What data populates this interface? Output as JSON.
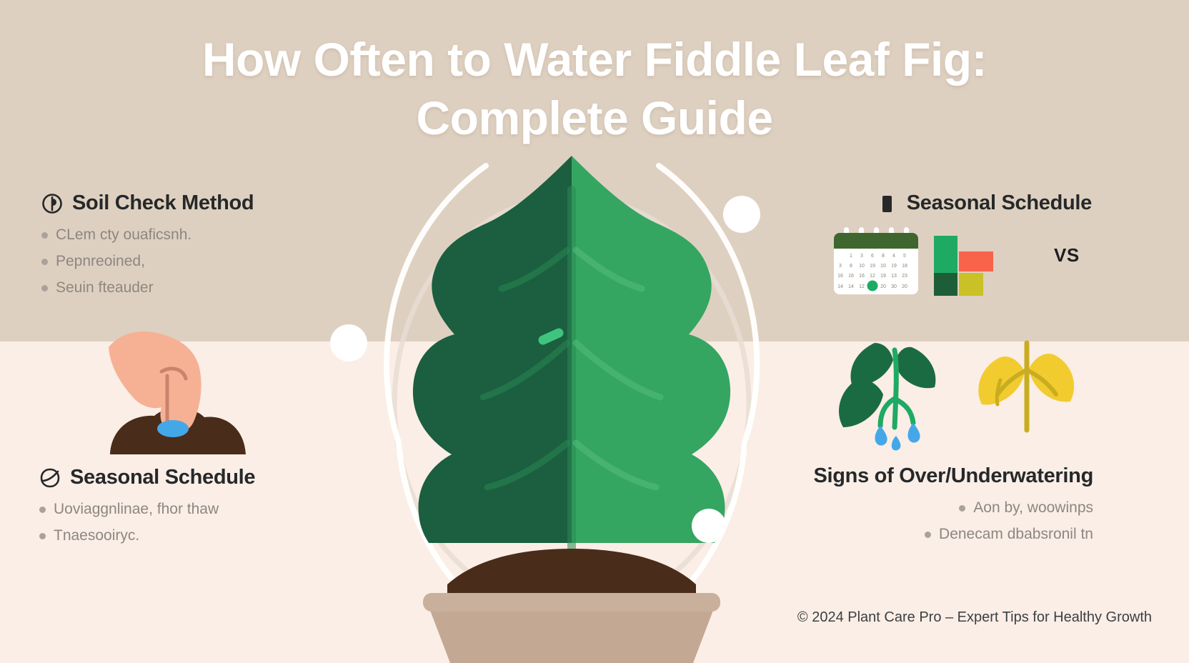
{
  "title": {
    "line1": "How Often to Water Fiddle Leaf Fig:",
    "line2": "Complete Guide"
  },
  "colors": {
    "band_top": "#ded0c0",
    "band_bottom": "#faeee6",
    "title_text": "#ffffff",
    "heading_text": "#26282a",
    "bullet_text": "#8d8781",
    "leaf_dark_green": "#1b5e40",
    "leaf_light_green": "#35a562",
    "soil_brown": "#4a2c1a",
    "pot_tan": "#c3a894",
    "water_blue": "#44a8e8",
    "skin": "#f6b195",
    "calendar_green": "#3f662e",
    "bar_green": "#1faa63",
    "bar_dark_green": "#1d5e38",
    "bar_coral": "#f8634a",
    "bar_yellow": "#c9c125",
    "wilt_yellow": "#f2cb2e",
    "accent_white": "#ffffff"
  },
  "sections": {
    "soil_check": {
      "icon": "leaf-circle-icon",
      "title": "Soil Check Method",
      "bullets": [
        "CLem cty ouaficsnh.",
        "Pepnreoined,",
        "Seuin fteauder"
      ]
    },
    "seasonal_left": {
      "icon": "leaf-check-icon",
      "title": "Seasonal Schedule",
      "bullets": [
        "Uoviaggnlinae, fhor thaw",
        "Tnaesooiryc."
      ]
    },
    "seasonal_right": {
      "icon": "bookmark-block-icon",
      "title": "Seasonal Schedule",
      "graphic": {
        "calendar": {
          "name": "calendar-icon",
          "rows": [
            [
              "",
              "1",
              "3",
              "6",
              "8",
              "4",
              "5"
            ],
            [
              "3",
              "8",
              "10",
              "19",
              "10",
              "19",
              "18"
            ],
            [
              "16",
              "16",
              "16",
              "12",
              "19",
              "13",
              "23"
            ],
            [
              "14",
              "14",
              "12",
              "",
              "20",
              "30",
              "20"
            ]
          ],
          "highlighted_cell": {
            "row": 3,
            "col": 3
          }
        },
        "vs_label": "VS",
        "bars": [
          {
            "name": "bar-green",
            "color": "#1faa63"
          },
          {
            "name": "bar-coral",
            "color": "#f8634a"
          },
          {
            "name": "bar-dark-green",
            "color": "#1d5e38"
          },
          {
            "name": "bar-yellow",
            "color": "#c9c125"
          }
        ]
      }
    },
    "signs": {
      "title": "Signs of Over/Underwatering",
      "graphic": {
        "overwatered_plant": "drooping-green-plant-with-droplets-icon",
        "underwatered_plant": "wilting-yellow-plant-icon"
      },
      "bullets": [
        "Aon by, woowinps",
        "Denecam  dbabsronil tn"
      ]
    }
  },
  "center_illustration": {
    "name": "fiddle-leaf-fig-plant-illustration",
    "parts": [
      "split-leaf",
      "stem",
      "soil-mound",
      "plant-pot",
      "orbit-arcs",
      "orbit-dots"
    ]
  },
  "footer": {
    "text": "© 2024 Plant Care Pro – Expert Tips for Healthy Growth"
  }
}
